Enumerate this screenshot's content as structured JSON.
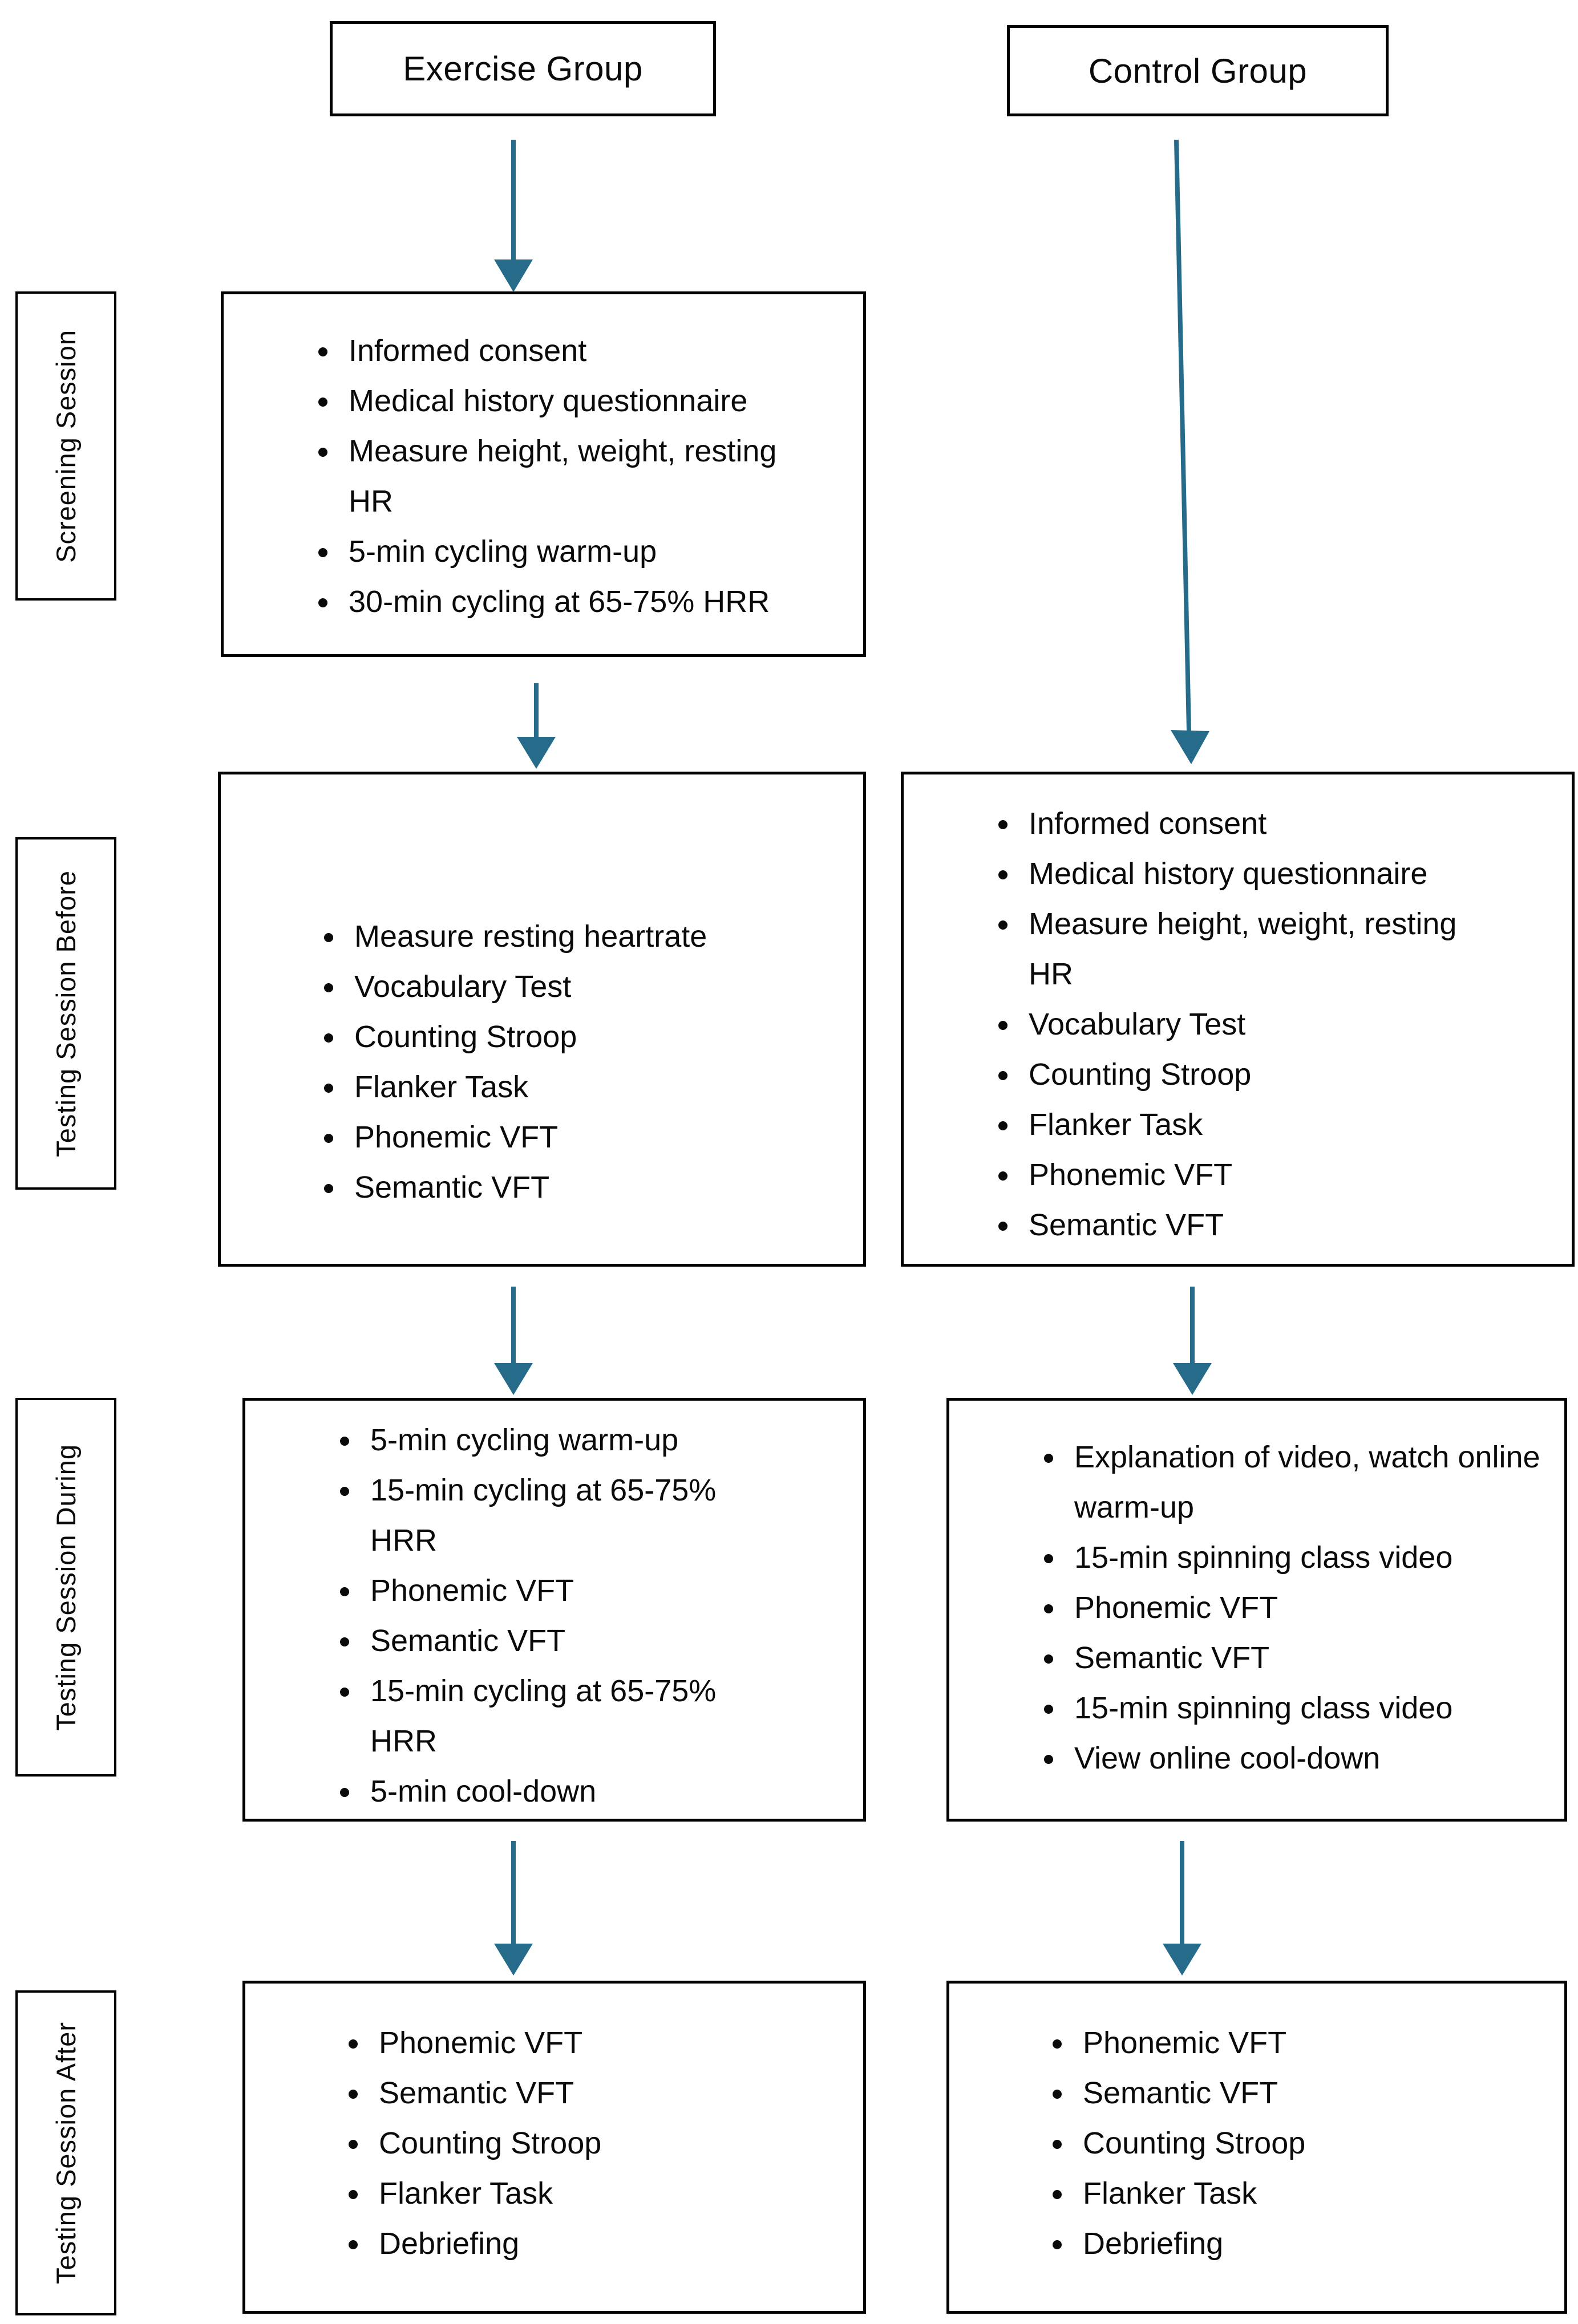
{
  "colors": {
    "arrow": "#266c8a",
    "box_border": "#000000",
    "background": "#ffffff",
    "text": "#0a0a0a"
  },
  "columns": [
    {
      "header": "Exercise Group"
    },
    {
      "header": "Control Group"
    }
  ],
  "row_labels": [
    {
      "label": "Screening Session"
    },
    {
      "label": "Testing Session Before"
    },
    {
      "label": "Testing Session During"
    },
    {
      "label": "Testing Session After"
    }
  ],
  "boxes": {
    "exercise_screening": {
      "items": [
        "Informed consent",
        "Medical history questionnaire",
        "Measure height, weight, resting HR",
        "5-min cycling warm-up",
        "30-min cycling at 65-75% HRR"
      ]
    },
    "exercise_before": {
      "items": [
        "Measure resting heartrate",
        "Vocabulary Test",
        "Counting Stroop",
        "Flanker Task",
        "Phonemic VFT",
        "Semantic VFT"
      ]
    },
    "control_before": {
      "items": [
        "Informed consent",
        "Medical history questionnaire",
        "Measure height, weight, resting HR",
        "Vocabulary Test",
        "Counting Stroop",
        "Flanker Task",
        "Phonemic VFT",
        "Semantic VFT"
      ]
    },
    "exercise_during": {
      "items": [
        "5-min cycling warm-up",
        "15-min cycling at 65-75% HRR",
        "Phonemic VFT",
        "Semantic VFT",
        "15-min cycling at 65-75% HRR",
        "5-min cool-down"
      ]
    },
    "control_during": {
      "items": [
        "Explanation of video, watch online warm-up",
        "15-min spinning class video",
        "Phonemic VFT",
        "Semantic VFT",
        "15-min spinning class video",
        "View online cool-down"
      ]
    },
    "exercise_after": {
      "items": [
        "Phonemic VFT",
        "Semantic VFT",
        "Counting Stroop",
        "Flanker Task",
        "Debriefing"
      ]
    },
    "control_after": {
      "items": [
        "Phonemic VFT",
        "Semantic VFT",
        "Counting Stroop",
        "Flanker Task",
        "Debriefing"
      ]
    }
  }
}
